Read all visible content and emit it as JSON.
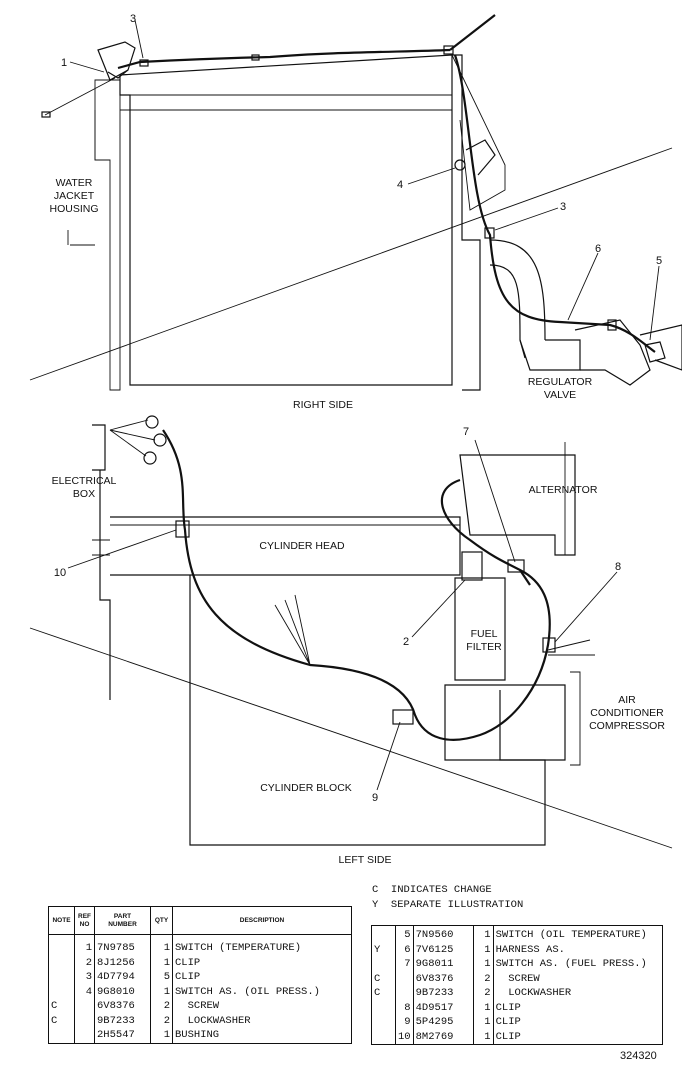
{
  "labels": {
    "water_jacket_housing": [
      "WATER",
      "JACKET",
      "HOUSING"
    ],
    "right_side": "RIGHT SIDE",
    "regulator_valve": [
      "REGULATOR",
      "VALVE"
    ],
    "electrical_box": [
      "ELECTRICAL",
      "BOX"
    ],
    "alternator": "ALTERNATOR",
    "cylinder_head": "CYLINDER HEAD",
    "fuel_filter": [
      "FUEL",
      "FILTER"
    ],
    "air_conditioner_compressor": [
      "AIR",
      "CONDITIONER",
      "COMPRESSOR"
    ],
    "cylinder_block": "CYLINDER BLOCK",
    "left_side": "LEFT SIDE"
  },
  "callouts": [
    "1",
    "3",
    "4",
    "3",
    "6",
    "5",
    "7",
    "8",
    "10",
    "2",
    "9"
  ],
  "legend": [
    {
      "code": "C",
      "text": "INDICATES CHANGE"
    },
    {
      "code": "Y",
      "text": "SEPARATE ILLUSTRATION"
    }
  ],
  "table_headers": {
    "note": "NOTE",
    "ref_no": [
      "REF",
      "NO"
    ],
    "part_number": [
      "PART",
      "NUMBER"
    ],
    "qty": "QTY",
    "description": "DESCRIPTION"
  },
  "parts_left": [
    {
      "note": "",
      "ref": "1",
      "part": "7N9785",
      "qty": "1",
      "desc": "SWITCH (TEMPERATURE)"
    },
    {
      "note": "",
      "ref": "2",
      "part": "8J1256",
      "qty": "1",
      "desc": "CLIP"
    },
    {
      "note": "",
      "ref": "3",
      "part": "4D7794",
      "qty": "5",
      "desc": "CLIP"
    },
    {
      "note": "",
      "ref": "4",
      "part": "9G8010",
      "qty": "1",
      "desc": "SWITCH AS. (OIL PRESS.)"
    },
    {
      "note": "C",
      "ref": "",
      "part": "6V8376",
      "qty": "2",
      "desc": "  SCREW"
    },
    {
      "note": "C",
      "ref": "",
      "part": "9B7233",
      "qty": "2",
      "desc": "  LOCKWASHER"
    },
    {
      "note": "",
      "ref": "",
      "part": "2H5547",
      "qty": "1",
      "desc": "BUSHING"
    }
  ],
  "parts_right": [
    {
      "note": "",
      "ref": "5",
      "part": "7N9560",
      "qty": "1",
      "desc": "SWITCH (OIL TEMPERATURE)"
    },
    {
      "note": "Y",
      "ref": "6",
      "part": "7V6125",
      "qty": "1",
      "desc": "HARNESS AS."
    },
    {
      "note": "",
      "ref": "7",
      "part": "9G8011",
      "qty": "1",
      "desc": "SWITCH AS. (FUEL PRESS.)"
    },
    {
      "note": "C",
      "ref": "",
      "part": "6V8376",
      "qty": "2",
      "desc": "  SCREW"
    },
    {
      "note": "C",
      "ref": "",
      "part": "9B7233",
      "qty": "2",
      "desc": "  LOCKWASHER"
    },
    {
      "note": "",
      "ref": "8",
      "part": "4D9517",
      "qty": "1",
      "desc": "CLIP"
    },
    {
      "note": "",
      "ref": "9",
      "part": "5P4295",
      "qty": "1",
      "desc": "CLIP"
    },
    {
      "note": "",
      "ref": "10",
      "part": "8M2769",
      "qty": "1",
      "desc": "CLIP"
    }
  ],
  "figure_number": "324320"
}
